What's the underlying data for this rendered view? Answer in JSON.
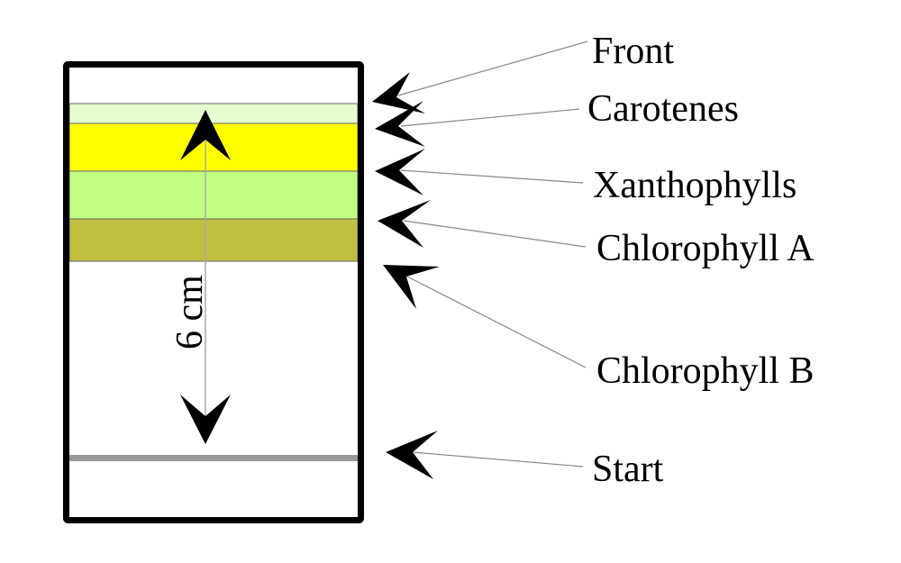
{
  "title": "Paper chromatography of plant pigments",
  "distance_label": "6 cm",
  "bands": [
    {
      "name": "Carotenes",
      "color": "#e5fdd0"
    },
    {
      "name": "Xanthophylls-yellow",
      "color": "#ffff00"
    },
    {
      "name": "Xanthophylls-green",
      "color": "#c0ff80"
    },
    {
      "name": "Chlorophyll A",
      "color": "#c0c040"
    }
  ],
  "start_line_color": "#999999",
  "labels": {
    "front": "Front",
    "carotenes": "Carotenes",
    "xanthophylls": "Xanthophylls",
    "chlorophyll_a": "Chlorophyll A",
    "chlorophyll_b": "Chlorophyll B",
    "start": "Start"
  }
}
